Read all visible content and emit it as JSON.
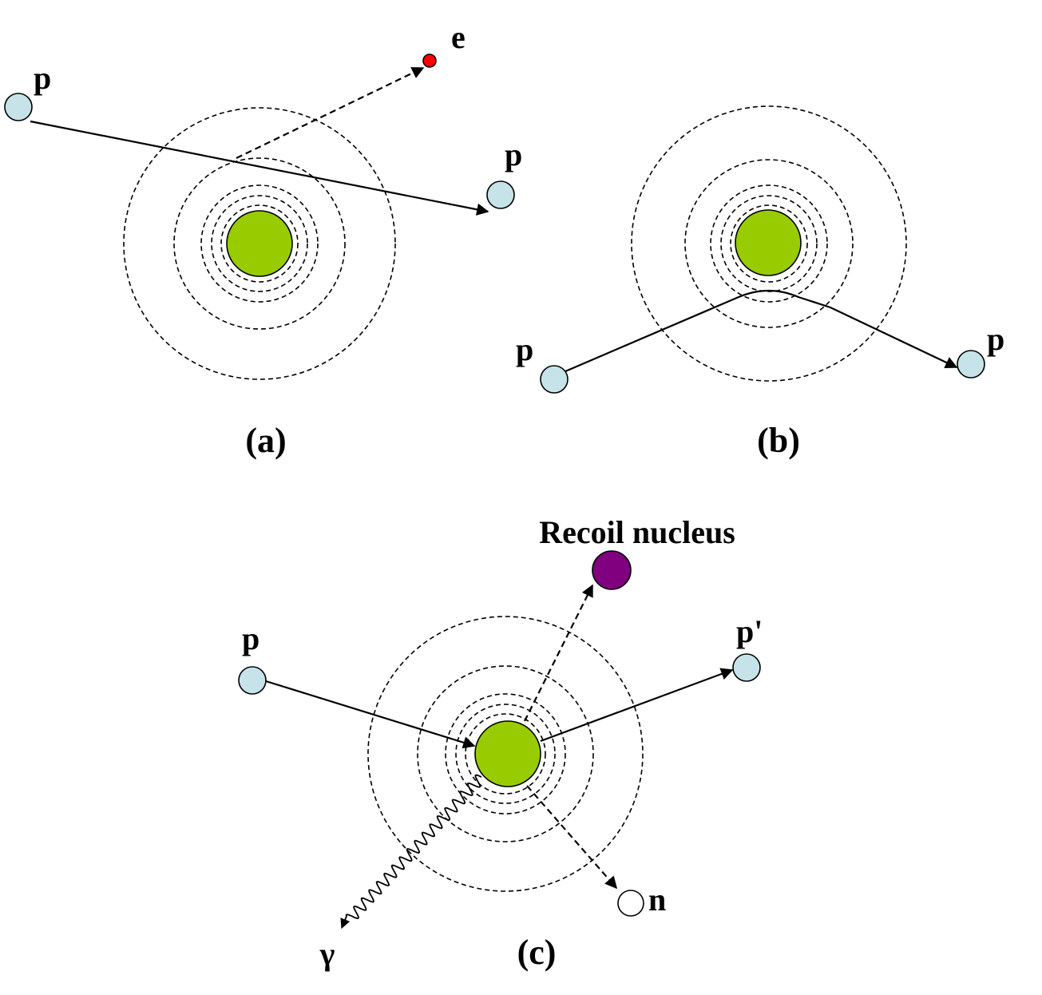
{
  "colors": {
    "nucleus": "#99cc00",
    "proton": "#c5e3e8",
    "electron": "#ff0000",
    "recoil": "#800080",
    "neutron": "#ffffff",
    "line": "#000000"
  },
  "panel_a": {
    "caption": "(a)",
    "proton_in_label": "p",
    "proton_out_label": "p",
    "electron_label": "e"
  },
  "panel_b": {
    "caption": "(b)",
    "proton_in_label": "p",
    "proton_out_label": "p"
  },
  "panel_c": {
    "caption": "(c)",
    "proton_in_label": "p",
    "proton_out_label": "p'",
    "recoil_label": "Recoil nucleus",
    "neutron_label": "n",
    "gamma_label": "γ"
  }
}
